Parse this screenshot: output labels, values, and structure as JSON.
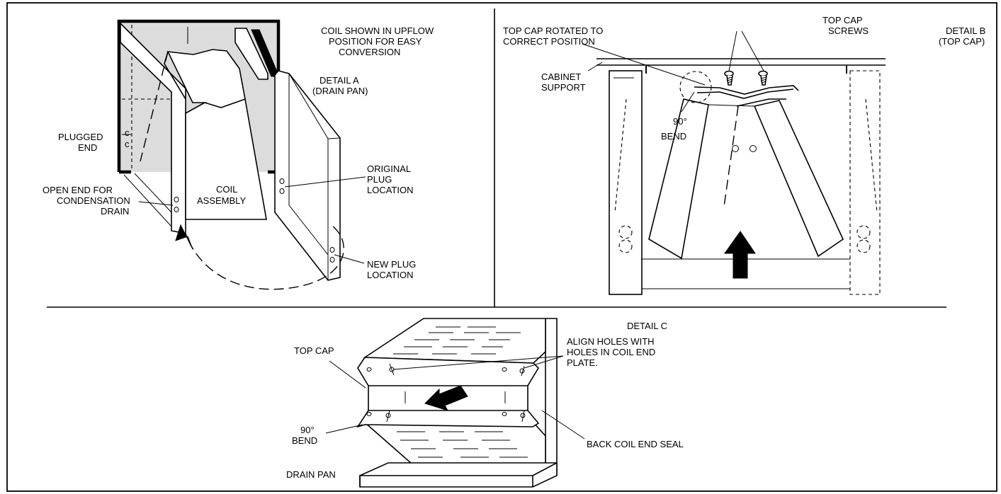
{
  "detail_a": {
    "title": "DETAIL A",
    "subtitle": "(DRAIN PAN)",
    "note_line1": "COIL SHOWN IN UPFLOW",
    "note_line2": "POSITION FOR EASY",
    "note_line3": "CONVERSION",
    "plugged_end_line1": "PLUGGED",
    "plugged_end_line2": "END",
    "open_end_line1": "OPEN END FOR",
    "open_end_line2": "CONDENSATION",
    "open_end_line3": "DRAIN",
    "coil_line1": "COIL",
    "coil_line2": "ASSEMBLY",
    "orig_plug_line1": "ORIGINAL",
    "orig_plug_line2": "PLUG",
    "orig_plug_line3": "LOCATION",
    "new_plug_line1": "NEW PLUG",
    "new_plug_line2": "LOCATION"
  },
  "detail_b": {
    "title": "DETAIL B",
    "subtitle": "(TOP CAP)",
    "rotated_line1": "TOP CAP ROTATED TO",
    "rotated_line2": "CORRECT POSITION",
    "screws_line1": "TOP CAP",
    "screws_line2": "SCREWS",
    "cabinet_line1": "CABINET",
    "cabinet_line2": "SUPPORT",
    "bend_line1": "90°",
    "bend_line2": "BEND"
  },
  "detail_c": {
    "title": "DETAIL C",
    "align_line1": "ALIGN HOLES WITH",
    "align_line2": "HOLES IN COIL END",
    "align_line3": "PLATE.",
    "top_cap": "TOP CAP",
    "bend_line1": "90°",
    "bend_line2": "BEND",
    "back_seal": "BACK COIL END SEAL",
    "drain_pan": "DRAIN PAN"
  }
}
